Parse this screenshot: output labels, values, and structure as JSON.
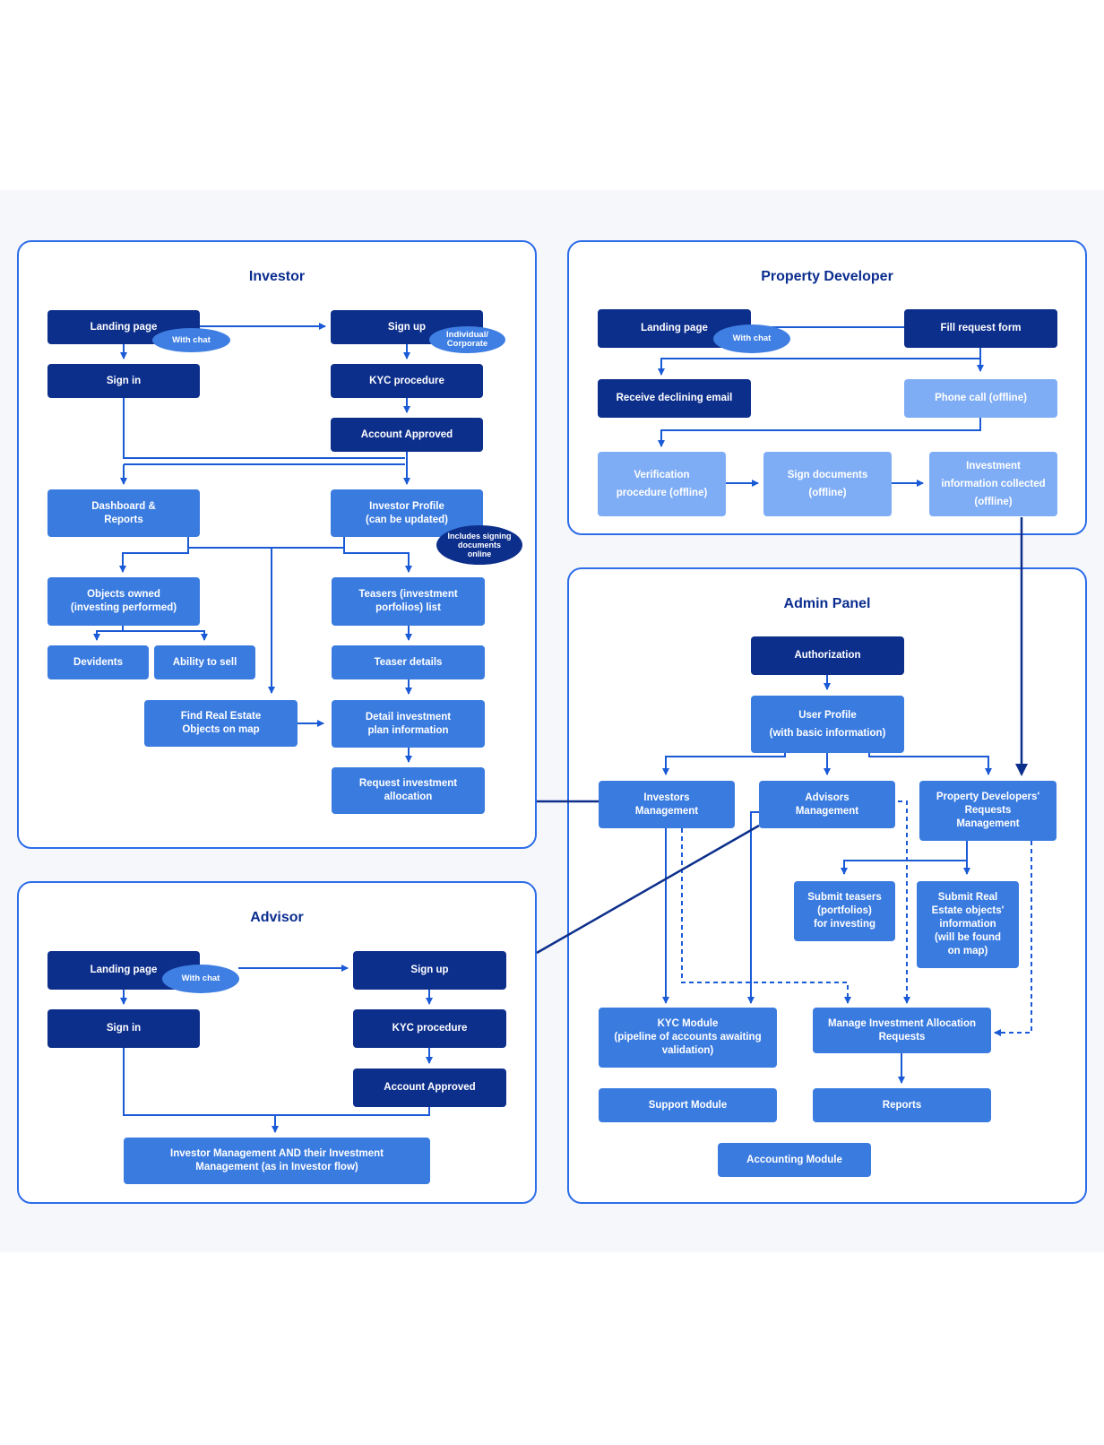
{
  "colors": {
    "dark": "#0d2f8c",
    "mid": "#3a7be0",
    "light": "#7fadf5",
    "border": "#2d6de8",
    "title": "#0b2d8f"
  },
  "investor": {
    "title": "Investor",
    "landing": "Landing page",
    "with_chat": "With chat",
    "signup": "Sign up",
    "signup_pill": "Individual/\nCorporate",
    "signin": "Sign in",
    "kyc": "KYC procedure",
    "approved": "Account Approved",
    "dashboard": "Dashboard &\nReports",
    "profile": "Investor Profile\n(can be updated)",
    "profile_pill": "Includes signing\ndocuments\nonline",
    "objects": "Objects owned\n(investing performed)",
    "teasers": "Teasers (investment\nporfolios) list",
    "devidents": "Devidents",
    "ability": "Ability to sell",
    "teaser_details": "Teaser details",
    "find": "Find Real Estate\nObjects on map",
    "detail": "Detail investment\nplan information",
    "request": "Request investment\nallocation"
  },
  "developer": {
    "title": "Property Developer",
    "landing": "Landing page",
    "with_chat": "With chat",
    "fill": "Fill request form",
    "declining": "Receive declining email",
    "phone": "Phone call (offline)",
    "verification": "Verification\nprocedure (offline)",
    "sign_docs": "Sign documents\n(offline)",
    "collected": "Investment\ninformation collected\n(offline)"
  },
  "admin": {
    "title": "Admin Panel",
    "authorization": "Authorization",
    "user_profile": "User Profile\n(with basic information)",
    "investors_mgmt": "Investors\nManagement",
    "advisors_mgmt": "Advisors\nManagement",
    "pd_mgmt": "Property Developers'\nRequests\nManagement",
    "submit_teasers": "Submit teasers\n(portfolios)\nfor investing",
    "submit_objects": "Submit Real\nEstate objects'\ninformation\n(will be found\non map)",
    "kyc_module": "KYC Module\n(pipeline of accounts awaiting\nvalidation)",
    "manage_alloc": "Manage Investment Allocation\nRequests",
    "support": "Support Module",
    "reports": "Reports",
    "accounting": "Accounting Module"
  },
  "advisor": {
    "title": "Advisor",
    "landing": "Landing page",
    "with_chat": "With chat",
    "signup": "Sign up",
    "signin": "Sign in",
    "kyc": "KYC procedure",
    "approved": "Account Approved",
    "inv_mgmt": "Investor Management AND their Investment\nManagement (as in Investor flow)"
  }
}
